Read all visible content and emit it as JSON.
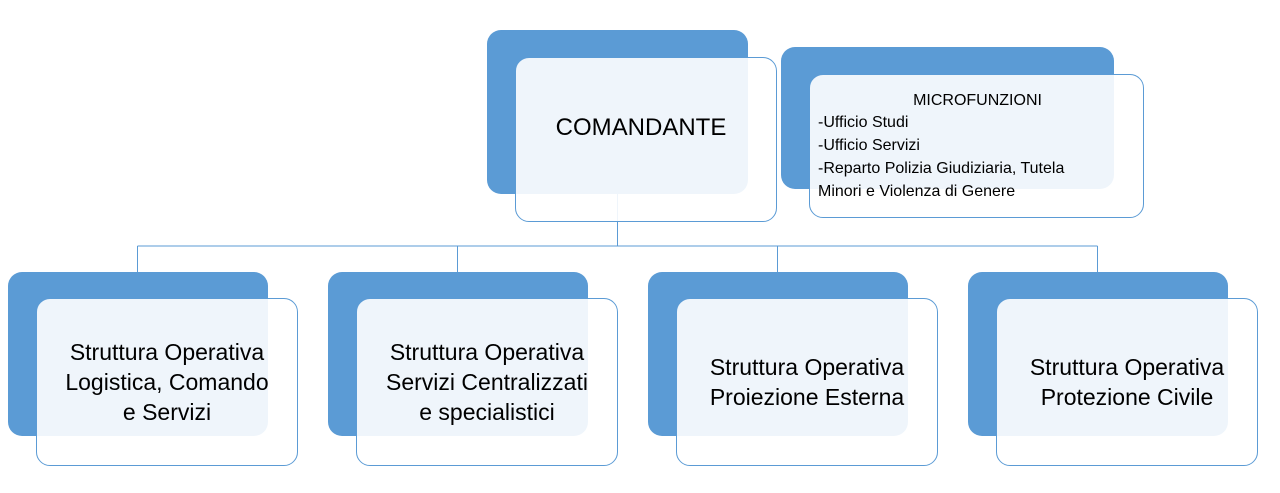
{
  "commander": {
    "label": "COMANDANTE"
  },
  "microfunctions": {
    "title": "MICROFUNZIONI",
    "items": [
      "-Ufficio Studi",
      "-Ufficio Servizi",
      "-Reparto Polizia Giudiziaria, Tutela",
      "Minori e Violenza di Genere"
    ]
  },
  "structures": [
    {
      "label": "Struttura Operativa\nLogistica, Comando\ne Servizi"
    },
    {
      "label": "Struttura Operativa\nServizi Centralizzati\ne specialistici"
    },
    {
      "label": "Struttura Operativa\nProiezione Esterna"
    },
    {
      "label": "Struttura Operativa\nProtezione Civile"
    }
  ],
  "colors": {
    "accent": "#5b9bd5",
    "connector": "#5b9bd5"
  }
}
